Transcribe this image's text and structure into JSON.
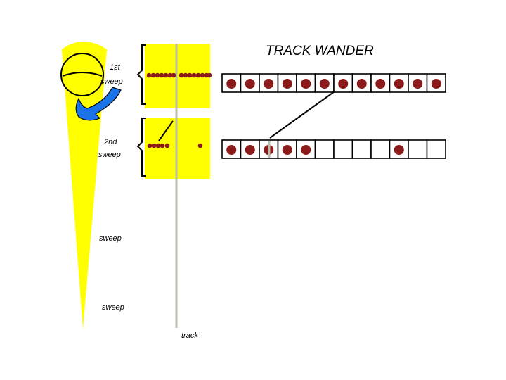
{
  "title": "TRACK WANDER",
  "labels": {
    "sweep1": [
      "1st",
      "sweep"
    ],
    "sweep2": [
      "2nd",
      "sweep"
    ],
    "sweep3": "sweep",
    "sweep4": "sweep",
    "track": "track"
  },
  "colors": {
    "beam": "#ffff00",
    "dot": "#8b1a1a",
    "track": "#b8bdb0",
    "arrow": "#1a73e8",
    "outline": "#000000"
  },
  "row1": {
    "cells": 12,
    "filled": [
      true,
      true,
      true,
      true,
      true,
      true,
      true,
      true,
      true,
      true,
      true,
      true
    ]
  },
  "row2": {
    "cells": 12,
    "filled": [
      true,
      true,
      true,
      true,
      true,
      false,
      false,
      false,
      false,
      true,
      false,
      false
    ]
  }
}
